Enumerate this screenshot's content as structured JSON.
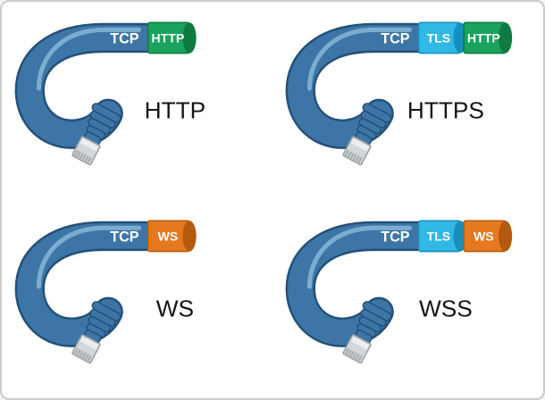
{
  "figure": {
    "background": "#ffffff",
    "border_color": "#cbcbcb",
    "description": "Four ethernet cables illustrating protocol stacks"
  },
  "colors": {
    "cable": "#3d76a6",
    "cable_dark": "#24517a",
    "cable_highlight": "#8fc0de",
    "label_on_cable": "#ffffff",
    "segment_label": "#ffffff",
    "title": "#141414",
    "connector_metal": "#d3d7d9",
    "connector_metal_dark": "#9aa0a3",
    "connector_metal_light": "#eceeef",
    "connector_pins": "#a9aeb1",
    "tls_color": "#31b8e6",
    "http_color": "#1aa35d",
    "ws_color": "#e5791f"
  },
  "panels": [
    {
      "id": "http",
      "title": "HTTP",
      "cable_label": "TCP",
      "segments": [
        {
          "label": "HTTP",
          "color": "#1aa35d",
          "dark": "#0f7a42"
        }
      ]
    },
    {
      "id": "https",
      "title": "HTTPS",
      "cable_label": "TCP",
      "segments": [
        {
          "label": "TLS",
          "color": "#31b8e6",
          "dark": "#1690bd"
        },
        {
          "label": "HTTP",
          "color": "#1aa35d",
          "dark": "#0f7a42"
        }
      ]
    },
    {
      "id": "ws",
      "title": "WS",
      "cable_label": "TCP",
      "segments": [
        {
          "label": "WS",
          "color": "#e5791f",
          "dark": "#b45a0f"
        }
      ]
    },
    {
      "id": "wss",
      "title": "WSS",
      "cable_label": "TCP",
      "segments": [
        {
          "label": "TLS",
          "color": "#31b8e6",
          "dark": "#1690bd"
        },
        {
          "label": "WS",
          "color": "#e5791f",
          "dark": "#b45a0f"
        }
      ]
    }
  ]
}
